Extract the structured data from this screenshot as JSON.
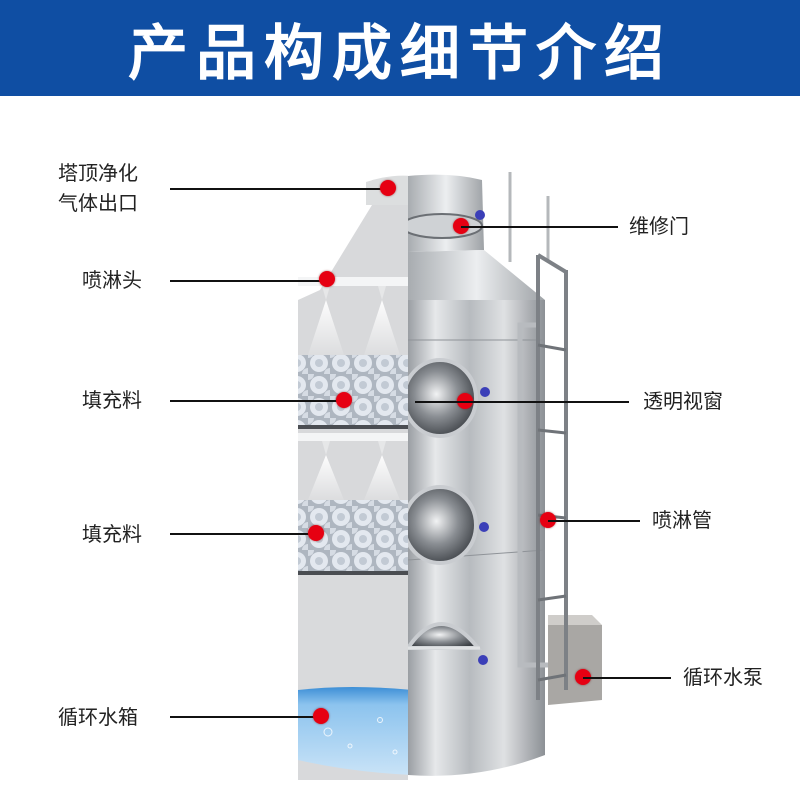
{
  "header": {
    "title": "产品构成细节介绍",
    "background_color": "#0f4ea3",
    "text_color": "#ffffff"
  },
  "diagram": {
    "subject": "喷淋塔",
    "marker_color": "#e60012",
    "left_labels": [
      {
        "id": "outlet",
        "lines": [
          "塔顶净化",
          "气体出口"
        ]
      },
      {
        "id": "spray-head",
        "text": "喷淋头"
      },
      {
        "id": "packing-1",
        "text": "填充料"
      },
      {
        "id": "packing-2",
        "text": "填充料"
      },
      {
        "id": "water-tank",
        "text": "循环水箱"
      }
    ],
    "right_labels": [
      {
        "id": "maintenance-door",
        "text": "维修门"
      },
      {
        "id": "viewing-window",
        "text": "透明视窗"
      },
      {
        "id": "spray-pipe",
        "text": "喷淋管"
      },
      {
        "id": "pump",
        "text": "循环水泵"
      }
    ]
  }
}
